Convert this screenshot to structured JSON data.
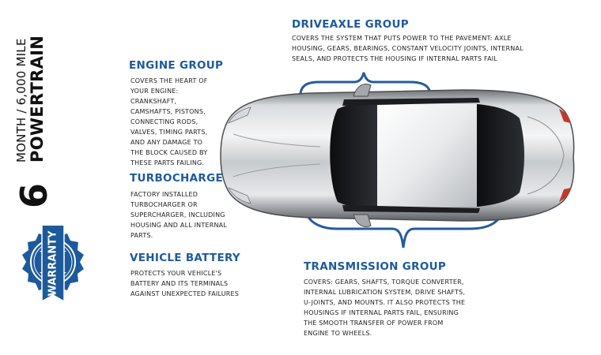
{
  "left_title": {
    "number": "6",
    "line1": "MONTH / 6,000 MILE",
    "line2": "POWERTRAIN"
  },
  "badge": {
    "text": "WARRANTY"
  },
  "sections": {
    "driveaxle": {
      "title": "DRIVEAXLE GROUP",
      "lines": [
        "COVERS THE SYSTEM THAT PUTS POWER TO THE PAVEMENT: AXLE",
        "HOUSING, GEARS, BEARINGS, CONSTANT VELOCITY JOINTS, INTERNAL",
        "SEALS, AND PROTECTS THE HOUSING IF INTERNAL PARTS FAIL"
      ]
    },
    "engine": {
      "title": "ENGINE GROUP",
      "lines": [
        "COVERS THE HEART OF",
        "YOUR ENGINE:",
        "CRANKSHAFT,",
        "CAMSHAFTS, PISTONS,",
        "CONNECTING RODS,",
        "VALVES, TIMING PARTS,",
        "AND ANY DAMAGE TO",
        "THE BLOCK CAUSED BY",
        "THESE PARTS FAILING."
      ]
    },
    "turbo": {
      "title": "TURBOCHARGER",
      "lines": [
        "FACTORY INSTALLED",
        "TURBOCHARGER OR",
        "SUPERCHARGER, INCLUDING",
        "HOUSING AND ALL INTERNAL",
        "PARTS."
      ]
    },
    "battery": {
      "title": "VEHICLE BATTERY",
      "lines": [
        "PROTECTS YOUR VEHICLE'S",
        "BATTERY AND ITS TERMINALS",
        "AGAINST UNEXPECTED FAILURES"
      ]
    },
    "transmission": {
      "title": "TRANSMISSION GROUP",
      "lines": [
        "COVERS: GEARS, SHAFTS, TORQUE CONVERTER,",
        "INTERNAL LUBRICATION SYSTEM, DRIVE SHAFTS,",
        "U-JOINTS, AND MOUNTS. IT ALSO PROTECTS THE",
        "HOUSINGS IF INTERNAL PARTS FAIL, ENSURING",
        "THE SMOOTH TRANSFER OF POWER FROM",
        "ENGINE TO WHEELS."
      ]
    }
  },
  "colors": {
    "accent": "#1d5a9a",
    "text": "#222222",
    "brace": "#235d9c"
  }
}
